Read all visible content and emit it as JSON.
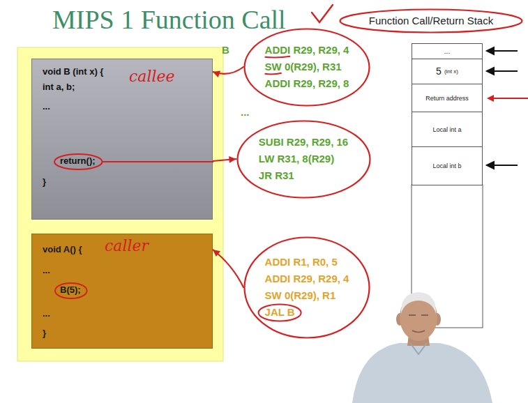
{
  "diagram": {
    "title": "MIPS 1 Function Call",
    "nodes": [
      {
        "text": [
          "Function Call/Return Stack"
        ]
      },
      {
        "text": [
          "void B (int x) {",
          "int a, b;",
          "...",
          "return();",
          "}"
        ]
      },
      {
        "text": [
          "void A() {",
          "...",
          "B(5);",
          "...",
          "}"
        ]
      },
      {
        "text": [
          "ADDI R29, R29, 4",
          "SW 0(R29), R31",
          "ADDI R29, R29, 8"
        ]
      },
      {
        "text": [
          "SUBI R29, R29, 16",
          "LW R31, 8(R29)",
          "JR R31"
        ]
      },
      {
        "text": [
          "ADDI R1, R0, 5",
          "ADDI R29, R29, 4",
          "SW 0(R29), R1",
          "JAL B"
        ]
      },
      {
        "text": [
          "..."
        ]
      },
      {
        "text": [
          "5",
          "(int x)"
        ]
      },
      {
        "text": [
          "Return address"
        ]
      },
      {
        "text": [
          "Local int a"
        ]
      },
      {
        "text": [
          "Local int b"
        ]
      }
    ],
    "edges": [
      {
        "from": 3,
        "to": 1,
        "arrow": "to"
      },
      {
        "from": 1,
        "to": 4,
        "arrow": "to"
      },
      {
        "from": 5,
        "to": 2,
        "arrow": "to"
      }
    ],
    "labels": [
      "B",
      "...",
      "callee",
      "caller"
    ]
  }
}
